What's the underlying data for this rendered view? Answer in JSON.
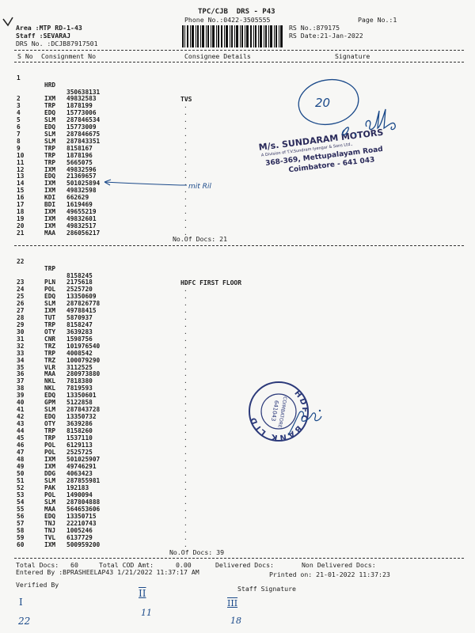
{
  "header": {
    "title": "TPC/CJB  DRS - P43",
    "phone": "Phone No.:0422-3505555",
    "page": "Page No.:1",
    "area": "Area :MTP RD-1-43",
    "staff": "Staff :SEVARAJ",
    "drs_no": "DRS No. :DCJB87917501",
    "rs_no": "RS No.:879175",
    "rs_date": "RS Date:21-Jan-2022"
  },
  "columns": {
    "sno": "S No",
    "consignment": "Consignment No",
    "consignee": "Consignee Details",
    "signature": "Signature"
  },
  "group1": {
    "first": {
      "sno": "1",
      "prefix": "HRD",
      "number": "350638131",
      "consignee": "TVS"
    },
    "rows": [
      {
        "sno": "2",
        "prefix": "IXM",
        "number": "49832583"
      },
      {
        "sno": "3",
        "prefix": "TRP",
        "number": "1878199"
      },
      {
        "sno": "4",
        "prefix": "EDQ",
        "number": "15773006"
      },
      {
        "sno": "5",
        "prefix": "SLM",
        "number": "287846534"
      },
      {
        "sno": "6",
        "prefix": "EDQ",
        "number": "15773009"
      },
      {
        "sno": "7",
        "prefix": "SLM",
        "number": "287846675"
      },
      {
        "sno": "8",
        "prefix": "SLM",
        "number": "287843351"
      },
      {
        "sno": "9",
        "prefix": "TRP",
        "number": "8158167"
      },
      {
        "sno": "10",
        "prefix": "TRP",
        "number": "1878196"
      },
      {
        "sno": "11",
        "prefix": "TRP",
        "number": "5665075"
      },
      {
        "sno": "12",
        "prefix": "IXM",
        "number": "49832596"
      },
      {
        "sno": "13",
        "prefix": "EDQ",
        "number": "21369657"
      },
      {
        "sno": "14",
        "prefix": "IXM",
        "number": "501025894"
      },
      {
        "sno": "15",
        "prefix": "IXM",
        "number": "49832598"
      },
      {
        "sno": "16",
        "prefix": "KDI",
        "number": "662629"
      },
      {
        "sno": "17",
        "prefix": "BDI",
        "number": "1619469"
      },
      {
        "sno": "18",
        "prefix": "IXM",
        "number": "49655219"
      },
      {
        "sno": "19",
        "prefix": "IXM",
        "number": "49832601"
      },
      {
        "sno": "20",
        "prefix": "IXM",
        "number": "49832517"
      },
      {
        "sno": "21",
        "prefix": "MAA",
        "number": "286056217"
      }
    ],
    "docs": "No.Of Docs: 21"
  },
  "group2": {
    "first": {
      "sno": "22",
      "prefix": "TRP",
      "number": "8158245",
      "consignee": "HDFC FIRST FLOOR"
    },
    "rows": [
      {
        "sno": "23",
        "prefix": "PLN",
        "number": "2175618"
      },
      {
        "sno": "24",
        "prefix": "POL",
        "number": "2525720"
      },
      {
        "sno": "25",
        "prefix": "EDQ",
        "number": "13350609"
      },
      {
        "sno": "26",
        "prefix": "SLM",
        "number": "287826778"
      },
      {
        "sno": "27",
        "prefix": "IXM",
        "number": "49788415"
      },
      {
        "sno": "28",
        "prefix": "TUT",
        "number": "5870937"
      },
      {
        "sno": "29",
        "prefix": "TRP",
        "number": "8158247"
      },
      {
        "sno": "30",
        "prefix": "OTY",
        "number": "3639283"
      },
      {
        "sno": "31",
        "prefix": "CNR",
        "number": "1598756"
      },
      {
        "sno": "32",
        "prefix": "TRZ",
        "number": "101976540"
      },
      {
        "sno": "33",
        "prefix": "TRP",
        "number": "4008542"
      },
      {
        "sno": "34",
        "prefix": "TRZ",
        "number": "100079290"
      },
      {
        "sno": "35",
        "prefix": "VLR",
        "number": "3112525"
      },
      {
        "sno": "36",
        "prefix": "MAA",
        "number": "280973880"
      },
      {
        "sno": "37",
        "prefix": "NKL",
        "number": "7818380"
      },
      {
        "sno": "38",
        "prefix": "NKL",
        "number": "7819593"
      },
      {
        "sno": "39",
        "prefix": "EDQ",
        "number": "13350601"
      },
      {
        "sno": "40",
        "prefix": "GPM",
        "number": "5122858"
      },
      {
        "sno": "41",
        "prefix": "SLM",
        "number": "287843728"
      },
      {
        "sno": "42",
        "prefix": "EDQ",
        "number": "13350732"
      },
      {
        "sno": "43",
        "prefix": "OTY",
        "number": "3639286"
      },
      {
        "sno": "44",
        "prefix": "TRP",
        "number": "8158260"
      },
      {
        "sno": "45",
        "prefix": "TRP",
        "number": "1537110"
      },
      {
        "sno": "46",
        "prefix": "POL",
        "number": "6129113"
      },
      {
        "sno": "47",
        "prefix": "POL",
        "number": "2525725"
      },
      {
        "sno": "48",
        "prefix": "IXM",
        "number": "501025907"
      },
      {
        "sno": "49",
        "prefix": "IXM",
        "number": "49746291"
      },
      {
        "sno": "50",
        "prefix": "DDG",
        "number": "4063423"
      },
      {
        "sno": "51",
        "prefix": "SLM",
        "number": "287855981"
      },
      {
        "sno": "52",
        "prefix": "PAK",
        "number": "192183"
      },
      {
        "sno": "53",
        "prefix": "POL",
        "number": "1490094"
      },
      {
        "sno": "54",
        "prefix": "SLM",
        "number": "287804888"
      },
      {
        "sno": "55",
        "prefix": "MAA",
        "number": "564653606"
      },
      {
        "sno": "56",
        "prefix": "EDQ",
        "number": "13350715"
      },
      {
        "sno": "57",
        "prefix": "TNJ",
        "number": "22210743"
      },
      {
        "sno": "58",
        "prefix": "TNJ",
        "number": "1005246"
      },
      {
        "sno": "59",
        "prefix": "TVL",
        "number": "6137729"
      },
      {
        "sno": "60",
        "prefix": "IXM",
        "number": "500959200"
      }
    ],
    "docs": "No.Of Docs: 39"
  },
  "footer": {
    "total_docs": "Total Docs:   60",
    "total_cod": "Total COD Amt:",
    "cod_amount": "0.00",
    "delivered": "Delivered Docs:",
    "non_delivered": "Non Delivered Docs:",
    "entered_by": "Entered By :BPRASHEELAP43 1/21/2022 11:37:17 AM",
    "printed_on": "Printed on: 21-01-2022 11:37:23",
    "verified_by": "Verified By",
    "staff_signature": "Staff Signature"
  },
  "stamp_sundaram": {
    "name": "M/s. SUNDARAM MOTORS",
    "division": "A Division of T.V.Sundram Iyengar & Sons Ltd.,",
    "address": "368-369, Mettupalayam Road",
    "city": "Coimbatore - 641 043"
  },
  "stamp_hdfc": {
    "ring": "HDFC BANK LTD",
    "center_top": "COIMBATORE",
    "center_bottom": "641043"
  },
  "handwriting": {
    "circle_number": "20",
    "arrow_note": "mit Ril",
    "verified_marks": [
      "I",
      "22"
    ],
    "mid_marks": [
      "II",
      "11"
    ],
    "staff_marks": [
      "III",
      "18"
    ]
  }
}
